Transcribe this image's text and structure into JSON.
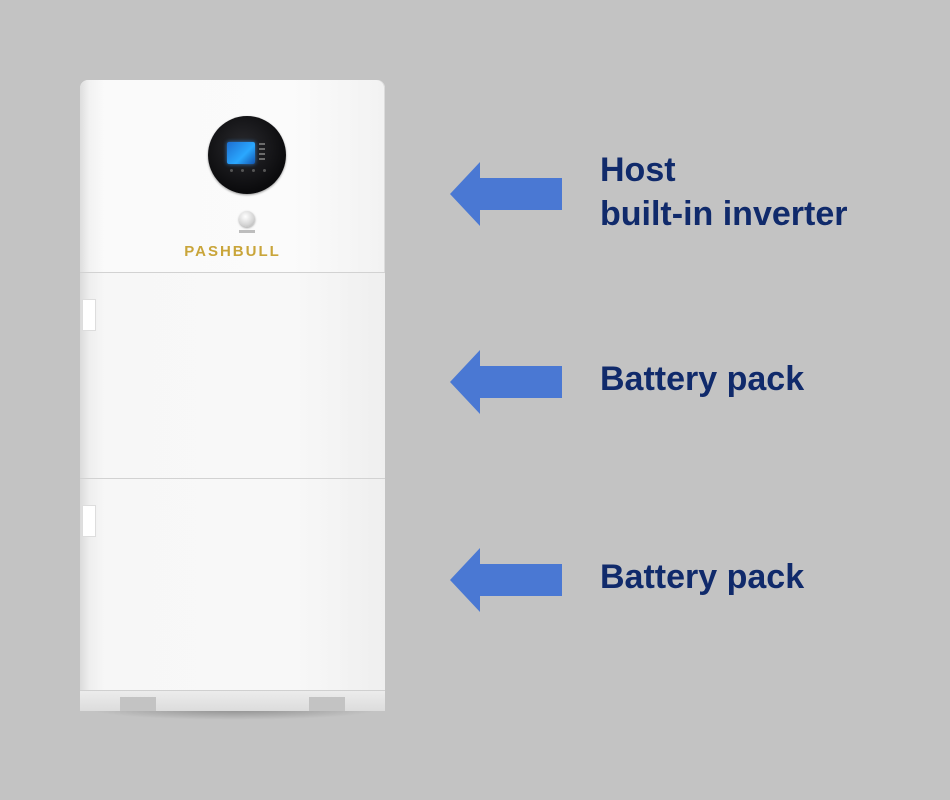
{
  "colors": {
    "background": "#c3c3c3",
    "arrow": "#4a78d3",
    "label": "#102a6b",
    "brand": "#c9a53a",
    "device_body": "#f8f8f8",
    "display_screen": "#2aa8ff"
  },
  "device": {
    "brand": "PASHBULL"
  },
  "annotations": [
    {
      "icon": "arrow-left-icon",
      "lines": [
        "Host",
        "built-in inverter"
      ]
    },
    {
      "icon": "arrow-left-icon",
      "lines": [
        "Battery pack"
      ]
    },
    {
      "icon": "arrow-left-icon",
      "lines": [
        "Battery pack"
      ]
    }
  ]
}
